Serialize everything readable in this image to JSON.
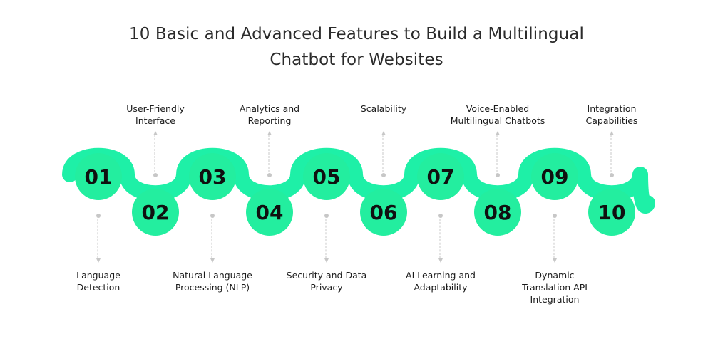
{
  "title": {
    "line1": "10 Basic and Advanced Features to Build a Multilingual",
    "line2": "Chatbot for Websites"
  },
  "colors": {
    "wave": "#1ef0a7",
    "circle": "#23ee9f",
    "number": "#101010",
    "connector": "#c7c7c7"
  },
  "features": [
    {
      "number": "01",
      "label": "Language Detection"
    },
    {
      "number": "02",
      "label": "User-Friendly Interface"
    },
    {
      "number": "03",
      "label": "Natural Language Processing (NLP)"
    },
    {
      "number": "04",
      "label": "Analytics and Reporting"
    },
    {
      "number": "05",
      "label": "Security and Data Privacy"
    },
    {
      "number": "06",
      "label": "Scalability"
    },
    {
      "number": "07",
      "label": "AI Learning and Adaptability"
    },
    {
      "number": "08",
      "label": "Voice-Enabled Multilingual Chatbots"
    },
    {
      "number": "09",
      "label": "Dynamic Translation API Integration"
    },
    {
      "number": "10",
      "label": "Integration Capabilities"
    }
  ]
}
